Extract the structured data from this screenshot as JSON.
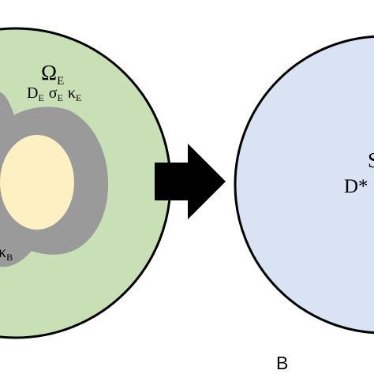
{
  "left_domain": {
    "outer_symbol": "Ω",
    "outer_subscript": "E",
    "params": [
      {
        "symbol": "D",
        "subscript": "E"
      },
      {
        "symbol": "σ",
        "subscript": "E"
      },
      {
        "symbol": "κ",
        "subscript": "E"
      }
    ],
    "lower_symbol": "κ",
    "lower_subscript": "B"
  },
  "right_domain": {
    "symbol_partial": "S",
    "param_partial": "D*"
  },
  "panel_label": "B",
  "colors": {
    "outer_fill": "#c9dfb6",
    "ring_fill": "#9a9a9a",
    "core_fill": "#fdf1c4",
    "right_fill": "#d9e3f3",
    "outline": "#000000",
    "arrow": "#000000"
  },
  "arrow_icon": "arrow-right-icon"
}
